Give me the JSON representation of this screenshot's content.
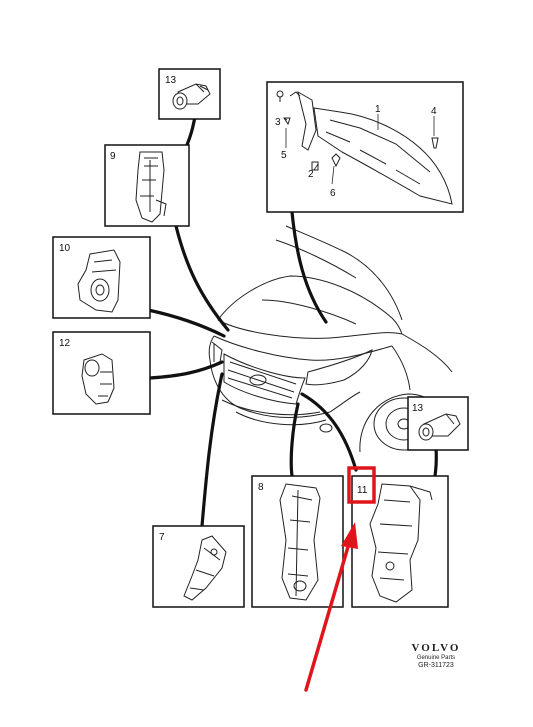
{
  "parts": {
    "callout_1": "1",
    "callout_2": "2",
    "callout_3": "3",
    "callout_4": "4",
    "callout_5": "5",
    "callout_6": "6",
    "callout_7": "7",
    "callout_8": "8",
    "callout_9": "9",
    "callout_10": "10",
    "callout_11": "11",
    "callout_12": "12",
    "callout_13a": "13",
    "callout_13b": "13"
  },
  "brand": {
    "logo": "VOLVO",
    "subtitle": "Genuine Parts",
    "code": "GR-311723"
  },
  "highlight": {
    "target": "11",
    "color": "#e0151b"
  }
}
